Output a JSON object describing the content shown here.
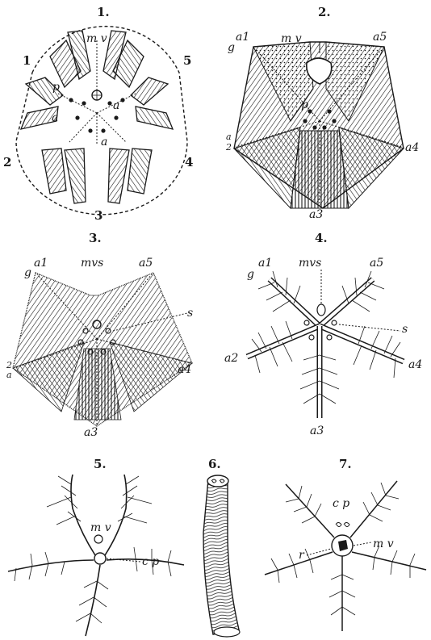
{
  "figures": [
    {
      "number": "1.",
      "labels": {
        "top": "m v",
        "ray1": "1",
        "ray2": "2",
        "ray3": "3",
        "ray4": "4",
        "ray5": "5",
        "p": "p",
        "a1": "a",
        "a2": "a",
        "a3": "a"
      }
    },
    {
      "number": "2.",
      "labels": {
        "mv": "m v",
        "a1": "a1",
        "a5": "a5",
        "g": "g",
        "a2": "a",
        "a2b": "2",
        "a4": "a4",
        "a3": "a3",
        "p": "p"
      }
    },
    {
      "number": "3.",
      "labels": {
        "mvs": "mvs",
        "a1": "a1",
        "a5": "a5",
        "g": "g",
        "s": "s",
        "a2": "2",
        "a2b": "a",
        "a4": "a4",
        "a3": "a3"
      }
    },
    {
      "number": "4.",
      "labels": {
        "mvs": "mvs",
        "a1": "a1",
        "a5": "a5",
        "g": "g",
        "s": "s",
        "a2": "a2",
        "a4": "a4",
        "a3": "a3"
      }
    },
    {
      "number": "5.",
      "labels": {
        "mv": "m v",
        "cp": "c p"
      }
    },
    {
      "number": "6.",
      "labels": {}
    },
    {
      "number": "7.",
      "labels": {
        "cp": "c p",
        "mv": "m v",
        "r": "r"
      }
    }
  ],
  "colors": {
    "ink": "#1a1a1a",
    "paper": "#ffffff"
  }
}
